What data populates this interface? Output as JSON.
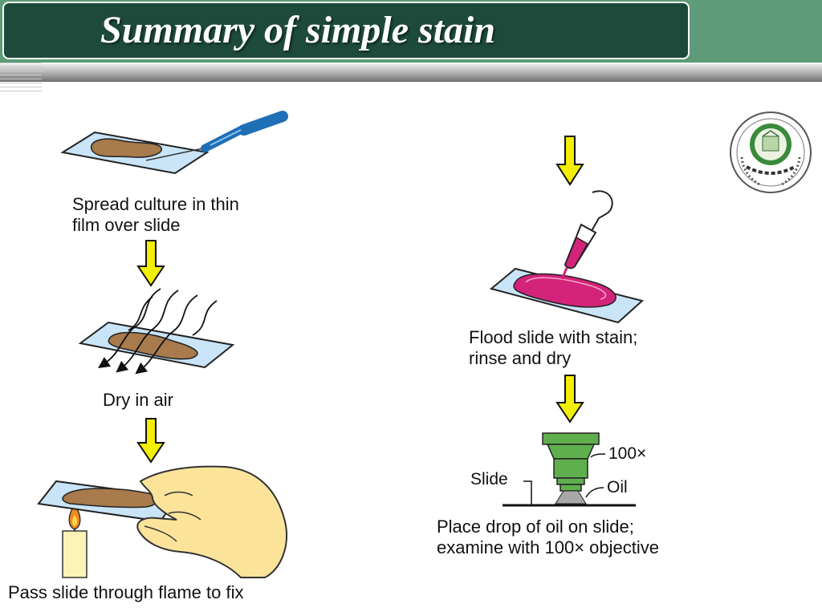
{
  "title": "Summary of simple stain",
  "steps": {
    "spread": {
      "line1": "Spread culture in thin",
      "line2": "film over slide"
    },
    "dry": {
      "text": "Dry in air"
    },
    "fix": {
      "text": "Pass slide through flame to fix"
    },
    "flood": {
      "line1": "Flood slide with stain;",
      "line2": "rinse and dry"
    },
    "examine": {
      "line1": "Place drop of oil on slide;",
      "line2": "examine with 100× objective"
    }
  },
  "labels": {
    "magnification": "100×",
    "slide": "Slide",
    "oil": "Oil"
  },
  "colors": {
    "header_dark": "#1e4a3b",
    "header_light": "#5e9b79",
    "slide": "#c9e4f7",
    "smear": "#a87a4c",
    "stain": "#d3237a",
    "arrow": "#f2ee05",
    "objective": "#5faf4f",
    "logo_ring": "#3a8a3a"
  },
  "icons": [
    "down-arrow-icon",
    "dropper-icon",
    "pipette-icon",
    "flame-icon",
    "hand-icon",
    "objective-lens-icon",
    "university-logo"
  ]
}
